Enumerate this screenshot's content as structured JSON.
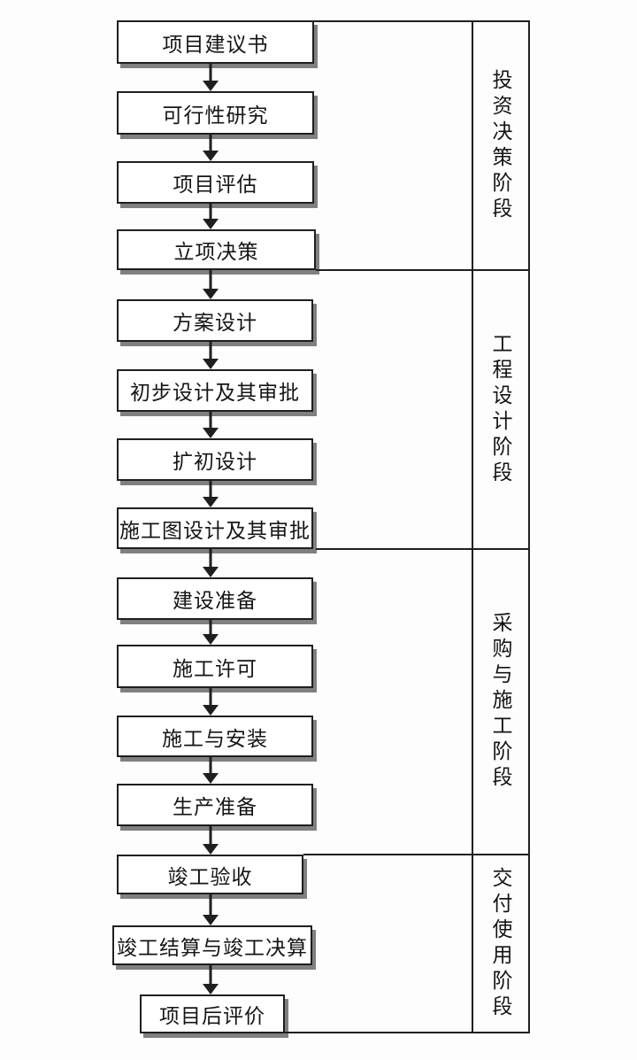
{
  "diagram": {
    "type": "flowchart",
    "flow_direction": "top-to-bottom-sequential",
    "steps": [
      {
        "id": 1,
        "label": "项目建议书"
      },
      {
        "id": 2,
        "label": "可行性研究"
      },
      {
        "id": 3,
        "label": "项目评估"
      },
      {
        "id": 4,
        "label": "立项决策"
      },
      {
        "id": 5,
        "label": "方案设计"
      },
      {
        "id": 6,
        "label": "初步设计及其审批"
      },
      {
        "id": 7,
        "label": "扩初设计"
      },
      {
        "id": 8,
        "label": "施工图设计及其审批"
      },
      {
        "id": 9,
        "label": "建设准备"
      },
      {
        "id": 10,
        "label": "施工许可"
      },
      {
        "id": 11,
        "label": "施工与安装"
      },
      {
        "id": 12,
        "label": "生产准备"
      },
      {
        "id": 13,
        "label": "竣工验收"
      },
      {
        "id": 14,
        "label": "竣工结算与竣工决算"
      },
      {
        "id": 15,
        "label": "项目后评价"
      }
    ],
    "phases": [
      {
        "label": "投资决策阶段",
        "step_ids": [
          1,
          2,
          3,
          4
        ]
      },
      {
        "label": "工程设计阶段",
        "step_ids": [
          5,
          6,
          7,
          8
        ]
      },
      {
        "label": "采购与施工阶段",
        "step_ids": [
          9,
          10,
          11,
          12
        ]
      },
      {
        "label": "交付使用阶段",
        "step_ids": [
          13,
          14,
          15
        ]
      }
    ]
  },
  "colors": {
    "line": "#1f1f1f",
    "box_fill": "#ffffff",
    "box_shadow": "#6a6a6a",
    "text": "#151515",
    "background": "#fdfdfd"
  }
}
